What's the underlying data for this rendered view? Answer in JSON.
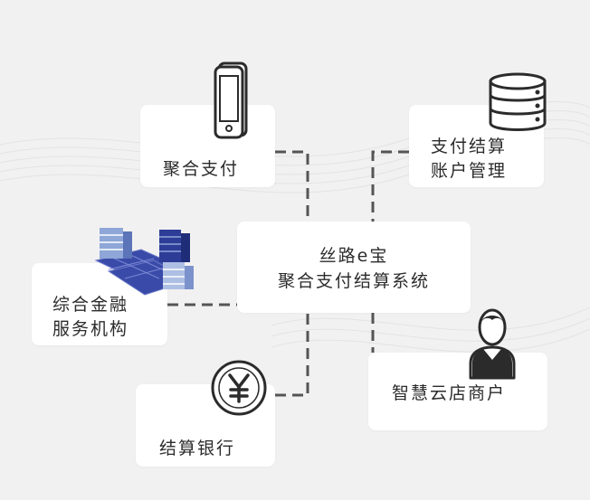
{
  "nodes": {
    "center": {
      "line1": "丝路e宝",
      "line2": "聚合支付结算系统"
    },
    "aggregate_payment": {
      "label": "聚合支付"
    },
    "settlement_account": {
      "line1": "支付结算",
      "line2": "账户管理"
    },
    "financial_institution": {
      "line1": "综合金融",
      "line2": "服务机构"
    },
    "smart_merchant": {
      "label": "智慧云店商户"
    },
    "settlement_bank": {
      "label": "结算银行"
    }
  },
  "icons": {
    "phone": "smartphone-icon",
    "database": "database-icon",
    "servers": "server-blocks-icon",
    "person": "person-icon",
    "currency": "yuan-coin-icon"
  },
  "colors": {
    "background": "#f2f1f1",
    "node": "#ffffff",
    "connector": "#555555",
    "server_blue": "#3a4aa8"
  }
}
